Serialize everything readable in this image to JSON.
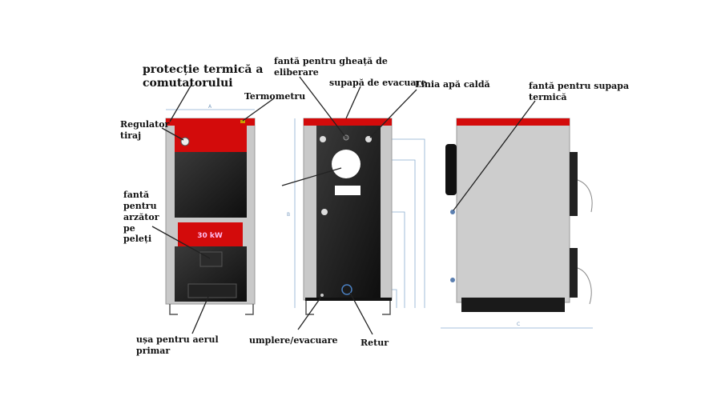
{
  "labels": {
    "thermal_protection_line1": "protecție termică a",
    "thermal_protection_line2": "comutatorului",
    "thermometer": "Termometru",
    "draft_regulator_line1": "Regulator",
    "draft_regulator_line2": "tiraj",
    "pellet_slot": [
      "fantă",
      "pentru",
      "arzător",
      "pe",
      "peleți"
    ],
    "primary_air_door_line1": "ușa pentru aerul",
    "primary_air_door_line2": "primar",
    "release_slot_line1": "fantă pentru gheață de",
    "release_slot_line2": "eliberare",
    "exhaust_valve": "supapă de evacuare",
    "hot_water_line": "Linia apă caldă",
    "fill_drain": "umplere/evacuare",
    "return": "Retur",
    "thermal_valve_slot_line1": "fantă pentru supapa",
    "thermal_valve_slot_line2": "termică",
    "power_badge": "30 kW"
  },
  "dimensions": {
    "width_front": "A",
    "height_front": "B",
    "depth_side": "C"
  },
  "colors": {
    "red": "#d30b0b",
    "black": "#1e1e1e",
    "grey": "#c9c9c9"
  }
}
